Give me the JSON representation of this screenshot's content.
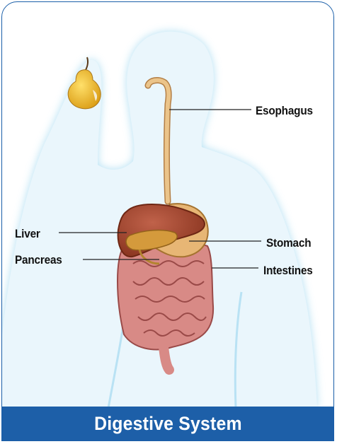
{
  "title": "Digestive System",
  "labels": {
    "esophagus": "Esophagus",
    "liver": "Liver",
    "stomach": "Stomach",
    "pancreas": "Pancreas",
    "intestines": "Intestines"
  },
  "colors": {
    "frame": "#1a5ea8",
    "banner": "#1d5fa8",
    "body_fill": "#eaf6fc",
    "body_glow": "#a9dcf2",
    "liver": "#a0462e",
    "stomach": "#e7b675",
    "pancreas": "#d49a3c",
    "intestines": "#d88a86",
    "esophagus": "#ebc48a",
    "pear": "#f2c22a"
  }
}
